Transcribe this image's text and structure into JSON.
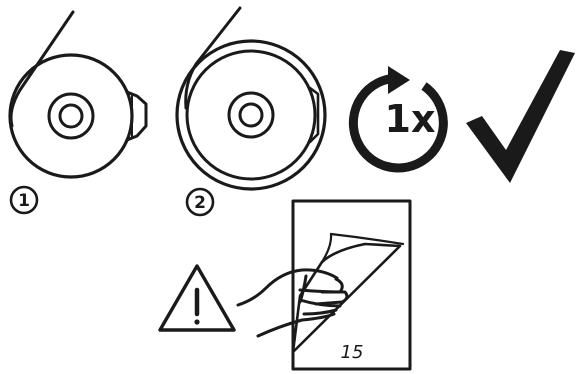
{
  "steps": [
    {
      "number": "1"
    },
    {
      "number": "2"
    }
  ],
  "repeat_label": "1x",
  "page_number": "15"
}
